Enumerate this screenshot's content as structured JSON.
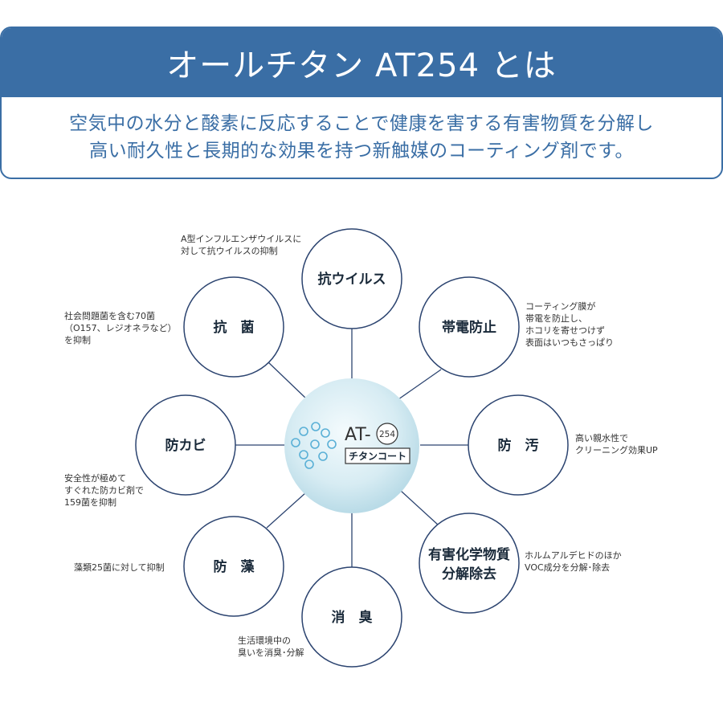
{
  "header": {
    "title": "オールチタン AT254 とは",
    "line1": "空気中の水分と酸素に反応することで健康を害する有害物質を分解し",
    "line2": "高い耐久性と長期的な効果を持つ新触媒のコーティング剤です。"
  },
  "center": {
    "brand": "AT-",
    "number": "254",
    "sub": "チタンコート"
  },
  "nodes": {
    "antivirus": {
      "label": "抗ウイルス",
      "desc": [
        "A型インフルエンザウイルスに",
        "対して抗ウイルスの抑制"
      ]
    },
    "antistatic": {
      "label": "帯電防止",
      "desc": [
        "コーティング膜が",
        "帯電を防止し、",
        "ホコリを寄せつけず",
        "表面はいつもさっぱり"
      ]
    },
    "antifouling": {
      "label": "防　汚",
      "desc": [
        "高い親水性で",
        "クリーニング効果UP"
      ]
    },
    "chemical": {
      "label1": "有害化学物質",
      "label2": "分解除去",
      "desc": [
        "ホルムアルデヒドのほか",
        "VOC成分を分解･除去"
      ]
    },
    "deodorize": {
      "label": "消　臭",
      "desc": [
        "生活環境中の",
        "臭いを消臭･分解"
      ]
    },
    "antialgae": {
      "label": "防　藻",
      "desc": [
        "藻類25菌に対して抑制"
      ]
    },
    "antimold": {
      "label": "防カビ",
      "desc": [
        "安全性が極めて",
        "すぐれた防カビ剤で",
        "159菌を抑制"
      ]
    },
    "antibacterial": {
      "label": "抗　菌",
      "desc": [
        "社会問題菌を含む70菌",
        "（O157、レジオネラなど）",
        "を抑制"
      ]
    }
  },
  "colors": {
    "accent": "#3a6ea5",
    "node_border": "#2c4470",
    "connector": "#2c4470"
  }
}
